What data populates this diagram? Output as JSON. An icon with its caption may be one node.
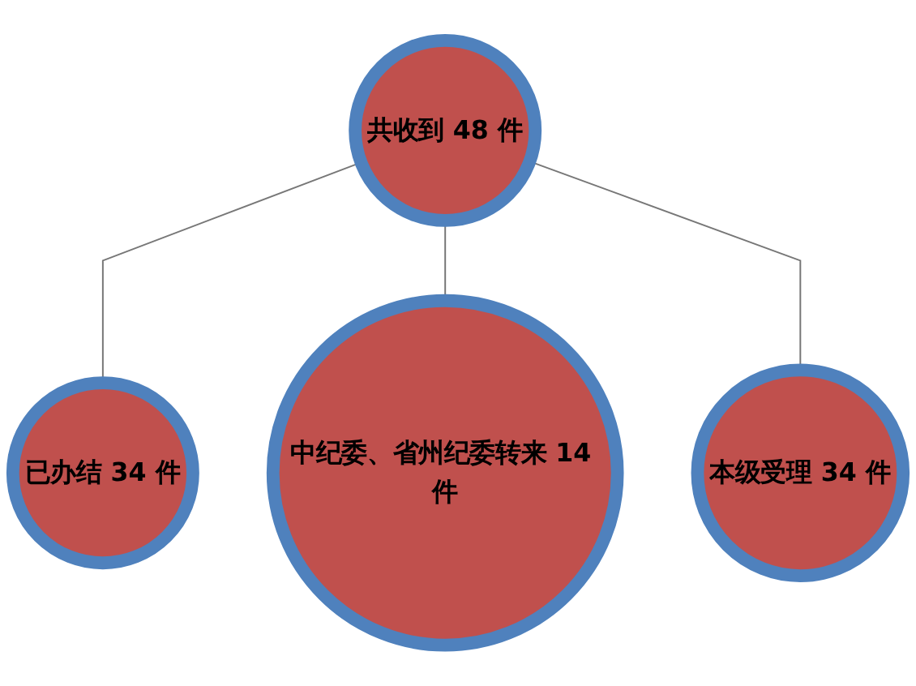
{
  "diagram": {
    "nodes": [
      {
        "text": [
          "共收到 48 件"
        ]
      },
      {
        "text": [
          "已办结 34 件"
        ]
      },
      {
        "text": [
          "中纪委、省州纪委转来 14 件"
        ]
      },
      {
        "text": [
          "本级受理 34 件"
        ]
      }
    ],
    "edges": [
      {
        "from": 0,
        "to": 1,
        "arrow": "none"
      },
      {
        "from": 0,
        "to": 2,
        "arrow": "none"
      },
      {
        "from": 0,
        "to": 3,
        "arrow": "none"
      }
    ]
  }
}
